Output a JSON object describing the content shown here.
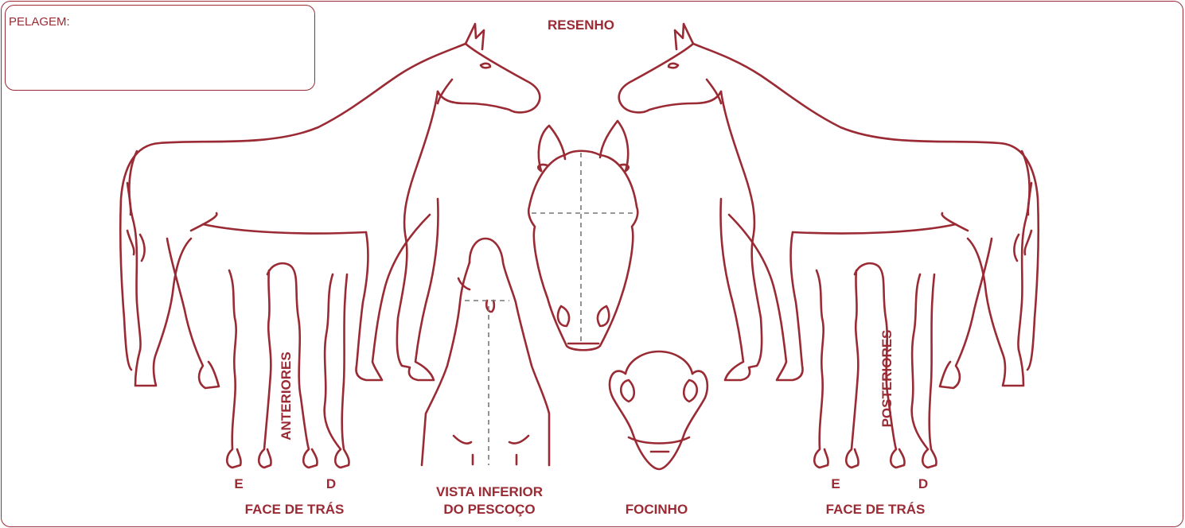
{
  "pelagem": {
    "label": "PELAGEM:"
  },
  "title": "RESENHO",
  "labels": {
    "anteriores": "ANTERIORES",
    "posteriores": "POSTERIORES",
    "left_e": "E",
    "left_d": "D",
    "right_e": "E",
    "right_d": "D",
    "face_tras_left": "FACE DE TRÁS",
    "face_tras_right": "FACE DE TRÁS",
    "vista_inferior_line1": "VISTA INFERIOR",
    "vista_inferior_line2": "DO PESCOÇO",
    "focinho": "FOCINHO"
  },
  "colors": {
    "stroke": "#9a2a33",
    "dashed": "#777777",
    "background": "#ffffff"
  }
}
